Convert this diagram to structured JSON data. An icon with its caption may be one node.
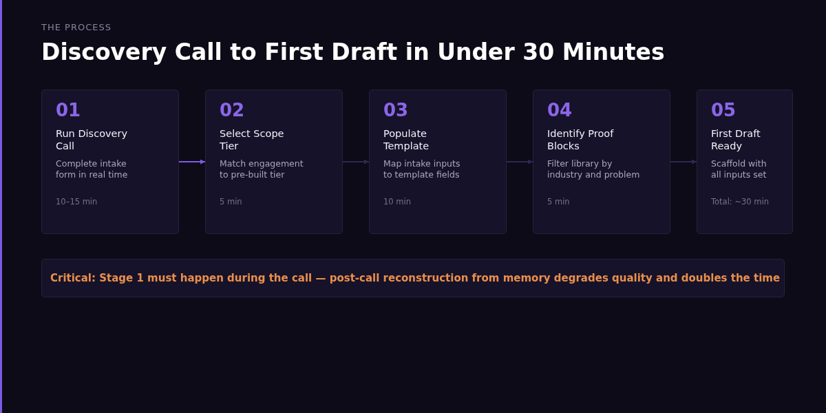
{
  "diagram": {
    "title": "Discovery Call to First Draft in Under 30 Minutes",
    "nodes": [
      {
        "text": [
          "01",
          "Run Discovery Call",
          "Complete intake form in real time",
          "10–15 min"
        ]
      },
      {
        "text": [
          "02",
          "Select Scope Tier",
          "Match engagement to pre-built tier",
          "5 min"
        ]
      },
      {
        "text": [
          "03",
          "Populate Template",
          "Map intake inputs to template fields",
          "10 min"
        ]
      },
      {
        "text": [
          "04",
          "Identify Proof Blocks",
          "Filter library by industry and problem",
          "5 min"
        ]
      },
      {
        "text": [
          "05",
          "First Draft Ready",
          "Scaffold with all inputs set",
          "Total: ~30 min"
        ]
      },
      {
        "text": [
          "Critical: Stage 1 must happen during the call — post-call reconstruction from memory degrades quality and doubles the time"
        ]
      }
    ],
    "edges": [
      {
        "from": 0,
        "to": 1,
        "arrow": "to",
        "color": "#7c5ce6"
      },
      {
        "from": 1,
        "to": 2,
        "arrow": "to"
      },
      {
        "from": 2,
        "to": 3,
        "arrow": "to"
      },
      {
        "from": 3,
        "to": 4,
        "arrow": "to"
      }
    ],
    "labels": [
      "THE PROCESS"
    ]
  }
}
